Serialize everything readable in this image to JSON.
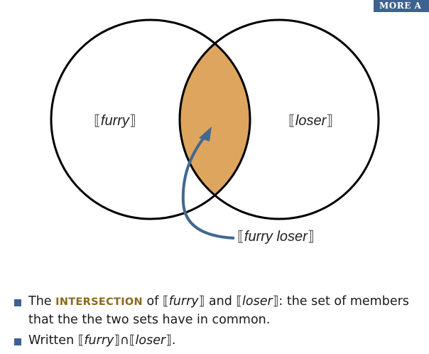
{
  "badge": {
    "label": "MORE A"
  },
  "diagram": {
    "type": "venn",
    "left_set": {
      "open": "⟦",
      "term": "furry",
      "close": "⟧"
    },
    "right_set": {
      "open": "⟦",
      "term": "loser",
      "close": "⟧"
    },
    "intersection_label": {
      "open": "⟦",
      "term": "furry loser",
      "close": "⟧"
    },
    "colors": {
      "intersection_fill": "#dda55e",
      "arrow": "#426891",
      "stroke": "#000000"
    }
  },
  "bullets": [
    {
      "pre": "The ",
      "keyword": "INTERSECTION",
      "mid1": " of ",
      "t1_open": "⟦",
      "t1": "furry",
      "t1_close": "⟧",
      "mid2": " and ",
      "t2_open": "⟦",
      "t2": "loser",
      "t2_close": "⟧",
      "post": ": the set of members that the the two sets have in common."
    },
    {
      "pre": "Written ",
      "t1_open": "⟦",
      "t1": "furry",
      "t1_close": "⟧",
      "op": "∩",
      "t2_open": "⟦",
      "t2": "loser",
      "t2_close": "⟧",
      "post": "."
    }
  ]
}
